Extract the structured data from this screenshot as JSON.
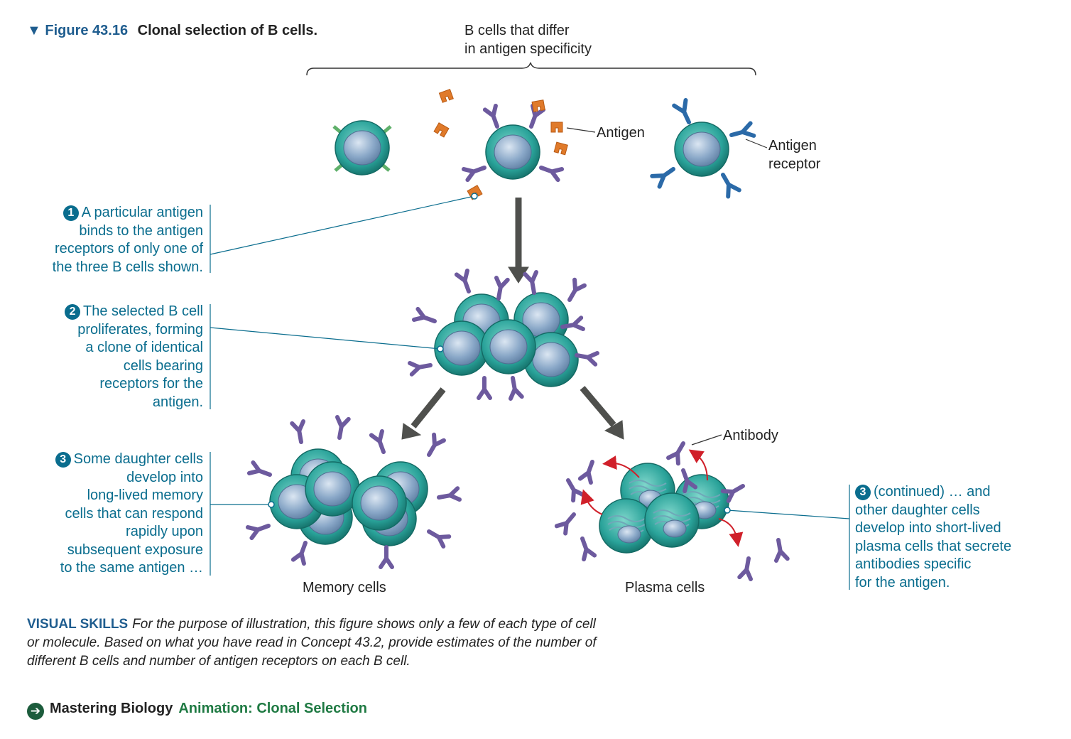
{
  "figure": {
    "number": "Figure 43.16",
    "caption": "Clonal selection of B cells.",
    "marker": "▼"
  },
  "labels": {
    "top_brace_line1": "B cells that differ",
    "top_brace_line2": "in antigen specificity",
    "antigen": "Antigen",
    "receptor_line1": "Antigen",
    "receptor_line2": "receptor",
    "antibody": "Antibody",
    "memory_cells": "Memory cells",
    "plasma_cells": "Plasma cells"
  },
  "steps": {
    "step1": {
      "number": "1",
      "lines": [
        "A particular antigen",
        "binds to the antigen",
        "receptors of only one of",
        "the three B cells shown."
      ]
    },
    "step2": {
      "number": "2",
      "lines": [
        "The selected B cell",
        "proliferates, forming",
        "a clone of identical",
        "cells bearing",
        "receptors for the",
        "antigen."
      ]
    },
    "step3": {
      "number": "3",
      "lines": [
        "Some daughter cells",
        "develop into",
        "long-lived memory",
        "cells that can respond",
        "rapidly upon",
        "subsequent exposure",
        "to the same antigen …"
      ]
    },
    "step3b": {
      "number": "3",
      "lines": [
        "(continued) … and",
        "other daughter cells",
        "develop into short-lived",
        "plasma cells that secrete",
        "antibodies specific",
        "for the antigen."
      ]
    }
  },
  "visual_skills": {
    "heading": "VISUAL SKILLS",
    "text": "For the purpose of illustration, this figure shows only a few of each type of cell or molecule. Based on what you have read in Concept 43.2, provide estimates of the number of different B cells and number of antigen receptors on each B cell."
  },
  "mastering": {
    "icon": "arrow-right-circle-icon",
    "name": "Mastering Biology",
    "link": "Animation: Clonal Selection"
  },
  "colors": {
    "step_text": "#0a6d8e",
    "cell_teal": "#2aa39a",
    "nucleus": "#8aa8c8",
    "receptor_green": "#5fb06a",
    "receptor_purple": "#6d5a9e",
    "receptor_blue": "#2b6aa8",
    "antigen_orange": "#e07a2a",
    "arrow_gray": "#4f504d",
    "secretion_red": "#d0202a"
  }
}
